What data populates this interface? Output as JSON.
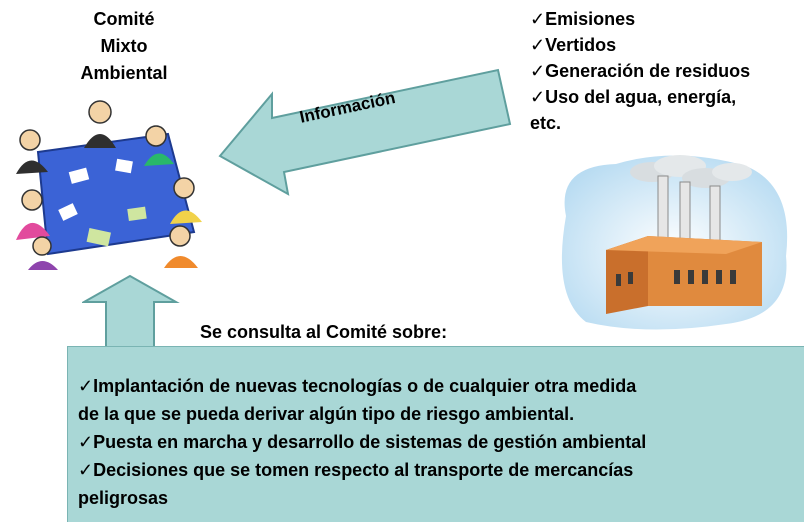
{
  "committee": {
    "title_lines": [
      "Comité",
      "Mixto",
      "Ambiental"
    ]
  },
  "info_arrow": {
    "label": "Información"
  },
  "check_glyph": "✓",
  "emissions": {
    "lines": [
      "Emisiones",
      "Vertidos",
      "Generación de residuos",
      "Uso del agua, energía,"
    ],
    "tail": "etc."
  },
  "consult": {
    "title": "Se consulta al Comité sobre:",
    "lines": [
      "Implantación de nuevas tecnologías o de cualquier otra medida",
      "de la que se pueda derivar algún tipo de riesgo ambiental.",
      "Puesta en marcha y desarrollo de sistemas de gestión ambiental",
      "Decisiones que se tomen respecto al transporte de mercancías",
      "peligrosas"
    ]
  },
  "colors": {
    "arrow_fill": "#a9d7d6",
    "arrow_stroke": "#5f9f9e",
    "table": "#3b63d6",
    "factory_brick": "#d9843a",
    "sky": "#cfe6f5"
  },
  "icons": {
    "meeting": "meeting-people-icon",
    "factory": "factory-icon"
  }
}
